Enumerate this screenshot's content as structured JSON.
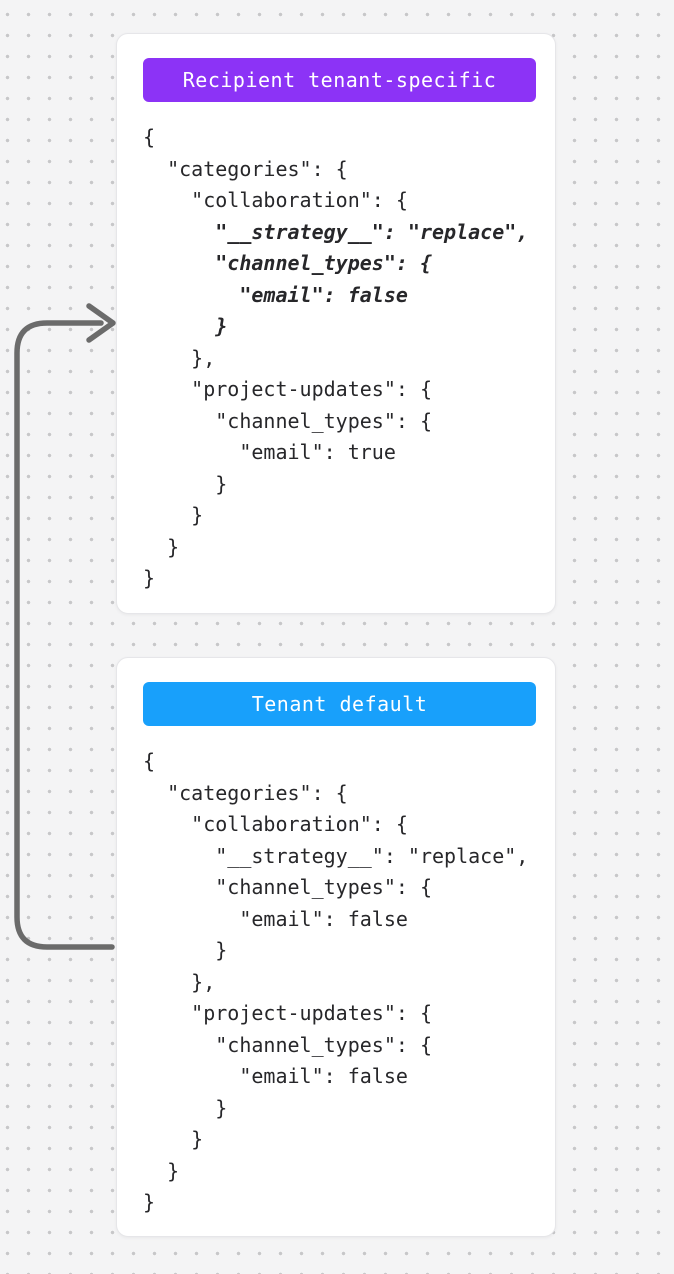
{
  "canvas": {
    "background_color": "#f4f4f5",
    "dot_color": "#c7c7c9"
  },
  "arrow": {
    "description": "curved arrow from tenant-default card pointing into recipient-tenant-specific card",
    "color": "#6b6b6b"
  },
  "cards": [
    {
      "badge": {
        "label": "Recipient tenant-specific",
        "background": "#8c33f6",
        "text_color": "#ffffff"
      },
      "code_lines": [
        {
          "text": "{",
          "emphasis": false
        },
        {
          "text": "  \"categories\": {",
          "emphasis": false
        },
        {
          "text": "    \"collaboration\": {",
          "emphasis": false
        },
        {
          "text": "      \"__strategy__\": \"replace\",",
          "emphasis": true
        },
        {
          "text": "      \"channel_types\": {",
          "emphasis": true
        },
        {
          "text": "        \"email\": false",
          "emphasis": true
        },
        {
          "text": "      }",
          "emphasis": true
        },
        {
          "text": "    },",
          "emphasis": false
        },
        {
          "text": "    \"project-updates\": {",
          "emphasis": false
        },
        {
          "text": "      \"channel_types\": {",
          "emphasis": false
        },
        {
          "text": "        \"email\": true",
          "emphasis": false
        },
        {
          "text": "      }",
          "emphasis": false
        },
        {
          "text": "    }",
          "emphasis": false
        },
        {
          "text": "  }",
          "emphasis": false
        },
        {
          "text": "}",
          "emphasis": false
        }
      ]
    },
    {
      "badge": {
        "label": "Tenant default",
        "background": "#18a0fb",
        "text_color": "#ffffff"
      },
      "code_lines": [
        {
          "text": "{",
          "emphasis": false
        },
        {
          "text": "  \"categories\": {",
          "emphasis": false
        },
        {
          "text": "    \"collaboration\": {",
          "emphasis": false
        },
        {
          "text": "      \"__strategy__\": \"replace\",",
          "emphasis": false
        },
        {
          "text": "      \"channel_types\": {",
          "emphasis": false
        },
        {
          "text": "        \"email\": false",
          "emphasis": false
        },
        {
          "text": "      }",
          "emphasis": false
        },
        {
          "text": "    },",
          "emphasis": false
        },
        {
          "text": "    \"project-updates\": {",
          "emphasis": false
        },
        {
          "text": "      \"channel_types\": {",
          "emphasis": false
        },
        {
          "text": "        \"email\": false",
          "emphasis": false
        },
        {
          "text": "      }",
          "emphasis": false
        },
        {
          "text": "    }",
          "emphasis": false
        },
        {
          "text": "  }",
          "emphasis": false
        },
        {
          "text": "}",
          "emphasis": false
        }
      ]
    }
  ]
}
